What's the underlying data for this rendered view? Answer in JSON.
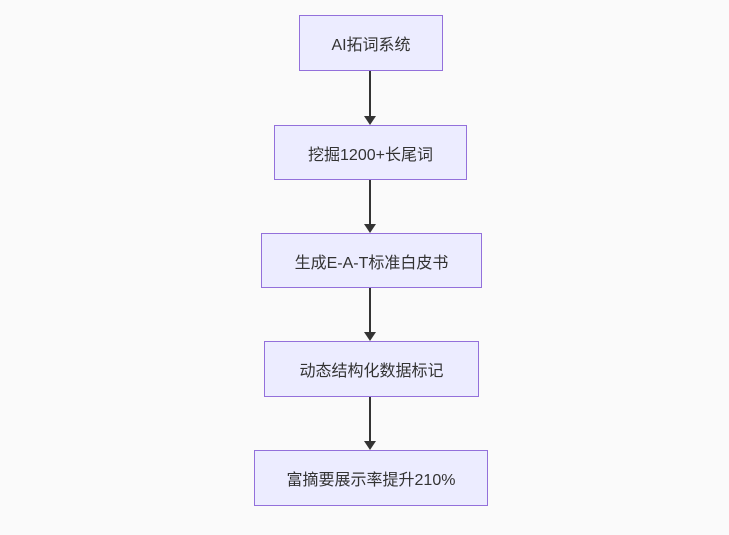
{
  "diagram": {
    "type": "flowchart",
    "direction": "top-down",
    "nodes": [
      {
        "id": "node-1",
        "label": "AI拓词系统"
      },
      {
        "id": "node-2",
        "label": "挖掘1200+长尾词"
      },
      {
        "id": "node-3",
        "label": "生成E-A-T标准白皮书"
      },
      {
        "id": "node-4",
        "label": "动态结构化数据标记"
      },
      {
        "id": "node-5",
        "label": "富摘要展示率提升210%"
      }
    ],
    "edges": [
      {
        "from": "node-1",
        "to": "node-2",
        "label": ""
      },
      {
        "from": "node-2",
        "to": "node-3",
        "label": ""
      },
      {
        "from": "node-3",
        "to": "node-4",
        "label": ""
      },
      {
        "from": "node-4",
        "to": "node-5",
        "label": ""
      }
    ]
  },
  "colors": {
    "background": "#fafafa",
    "node_fill": "#ececff",
    "node_border": "#9370db",
    "node_text": "#333333",
    "arrow": "#333333"
  }
}
